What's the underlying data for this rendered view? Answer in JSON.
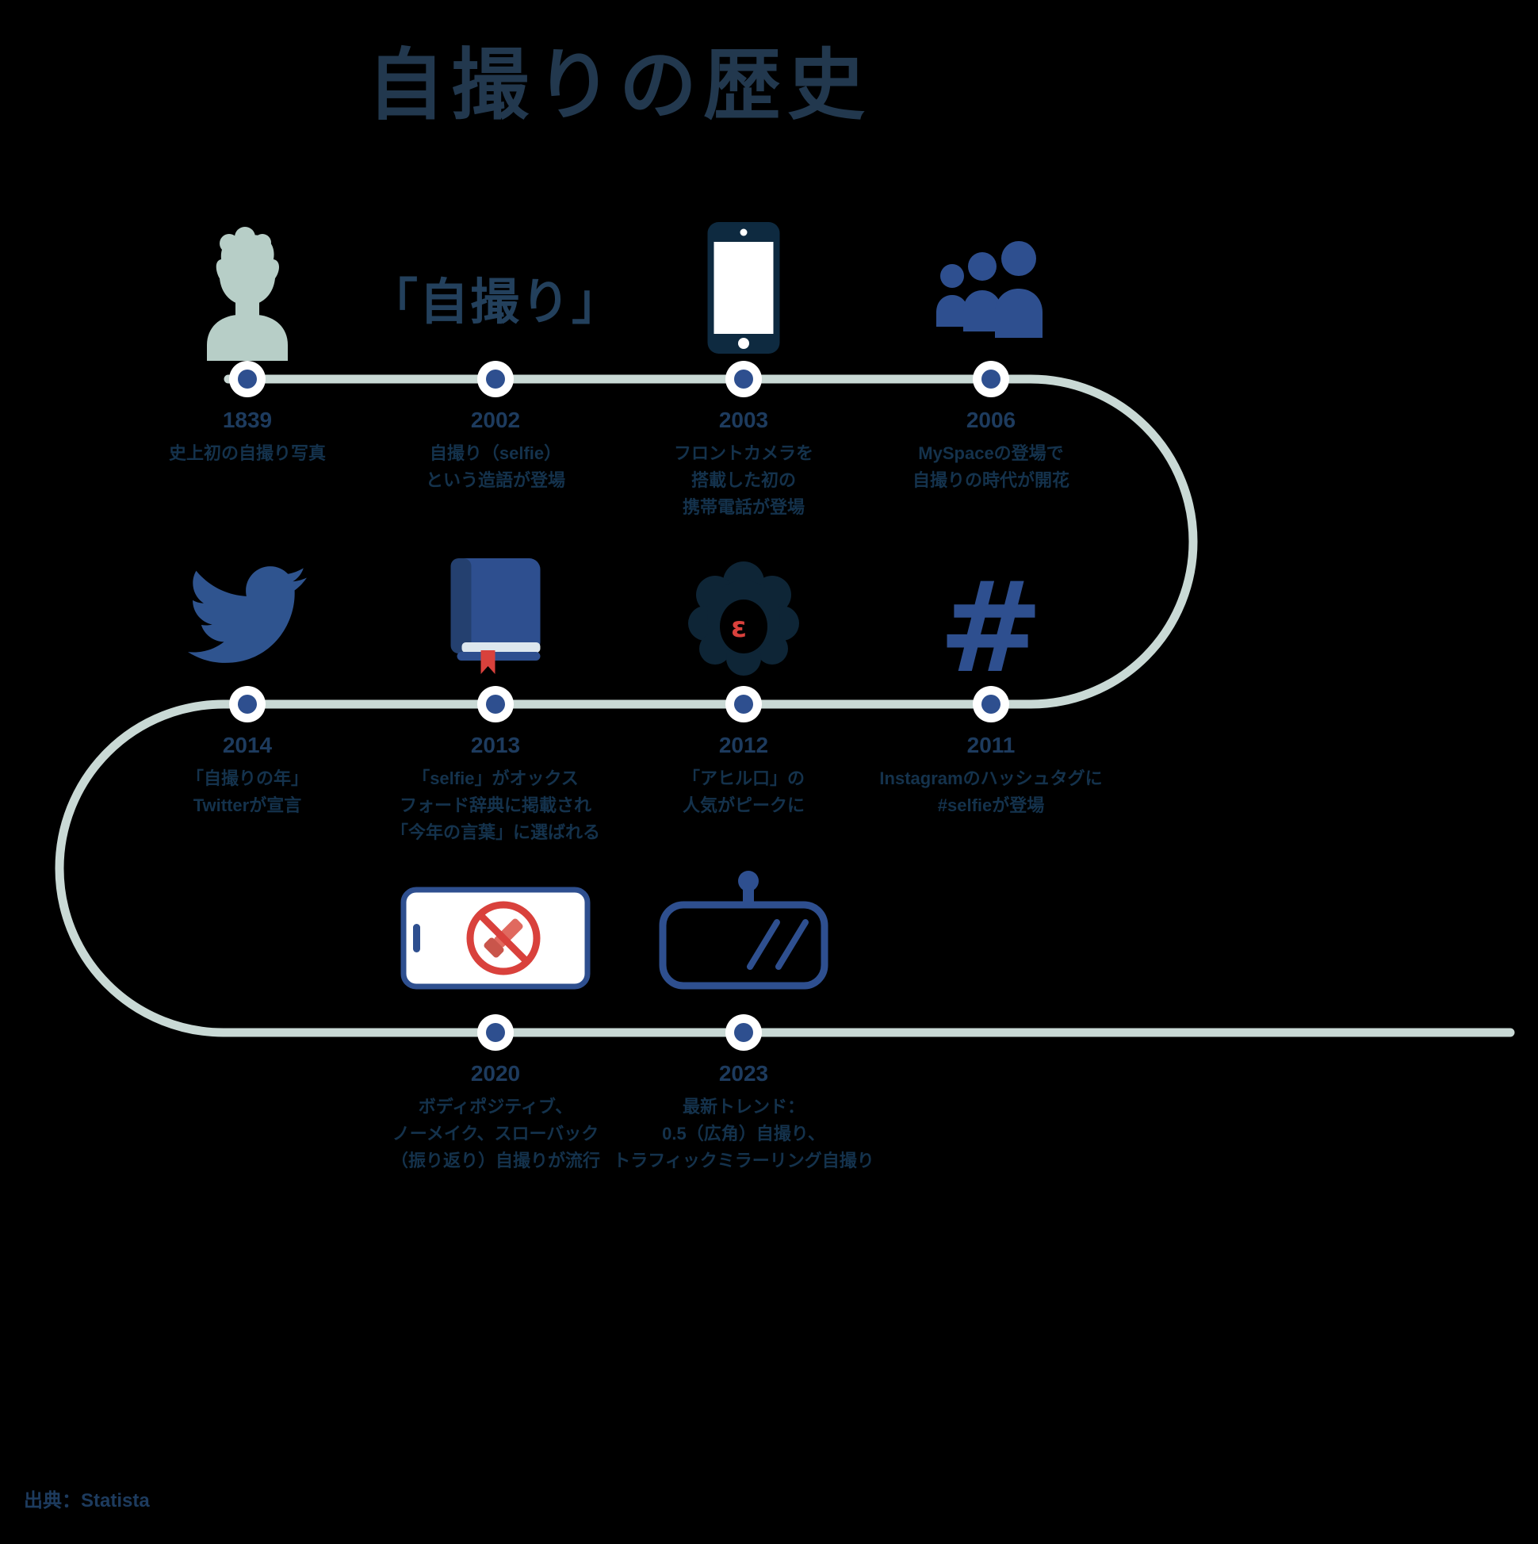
{
  "page": {
    "title": "自撮りの歴史",
    "source": "出典：Statista"
  },
  "colors": {
    "background": "#000000",
    "timeline_path": "#c9d9d5",
    "node_ring": "#ffffff",
    "node_dot": "#2e4f8f",
    "title_text": "#22384e",
    "year_text": "#1d3b5e",
    "body_text": "#14324c",
    "icon_blue": "#2e4f8f",
    "icon_navy": "#0e2a40",
    "icon_sage": "#b7cec7",
    "accent_red": "#d9413c"
  },
  "milestones": [
    {
      "year": "1839",
      "icon": "portrait-silhouette-icon",
      "lines": [
        "史上初の自撮り写真"
      ]
    },
    {
      "year": "2002",
      "icon": "selfie-word-icon",
      "icon_label": "「自撮り」",
      "lines": [
        "自撮り（selfie）",
        "という造語が登場"
      ]
    },
    {
      "year": "2003",
      "icon": "front-camera-phone-icon",
      "lines": [
        "フロントカメラを",
        "搭載した初の",
        "携帯電話が登場"
      ]
    },
    {
      "year": "2006",
      "icon": "myspace-people-icon",
      "lines": [
        "MySpaceの登場で",
        "自撮りの時代が開花"
      ]
    },
    {
      "year": "2014",
      "icon": "twitter-bird-icon",
      "lines": [
        "「自撮りの年」",
        "Twitterが宣言"
      ]
    },
    {
      "year": "2013",
      "icon": "dictionary-book-icon",
      "lines": [
        "「selfie」がオックス",
        "フォード辞典に掲載され",
        "「今年の言葉」に選ばれる"
      ]
    },
    {
      "year": "2012",
      "icon": "duck-face-icon",
      "lines": [
        "「アヒル口」の",
        "人気がピークに"
      ]
    },
    {
      "year": "2011",
      "icon": "hashtag-icon",
      "icon_label": "#",
      "lines": [
        "Instagramのハッシュタグに",
        "#selfieが登場"
      ]
    },
    {
      "year": "2020",
      "icon": "no-makeup-phone-icon",
      "lines": [
        "ボディポジティブ、",
        "ノーメイク、スローバック",
        "（振り返り）自撮りが流行"
      ]
    },
    {
      "year": "2023",
      "icon": "rearview-mirror-icon",
      "lines": [
        "最新トレンド：",
        "0.5（広角）自撮り、",
        "トラフィックミラーリング自撮り"
      ]
    }
  ]
}
